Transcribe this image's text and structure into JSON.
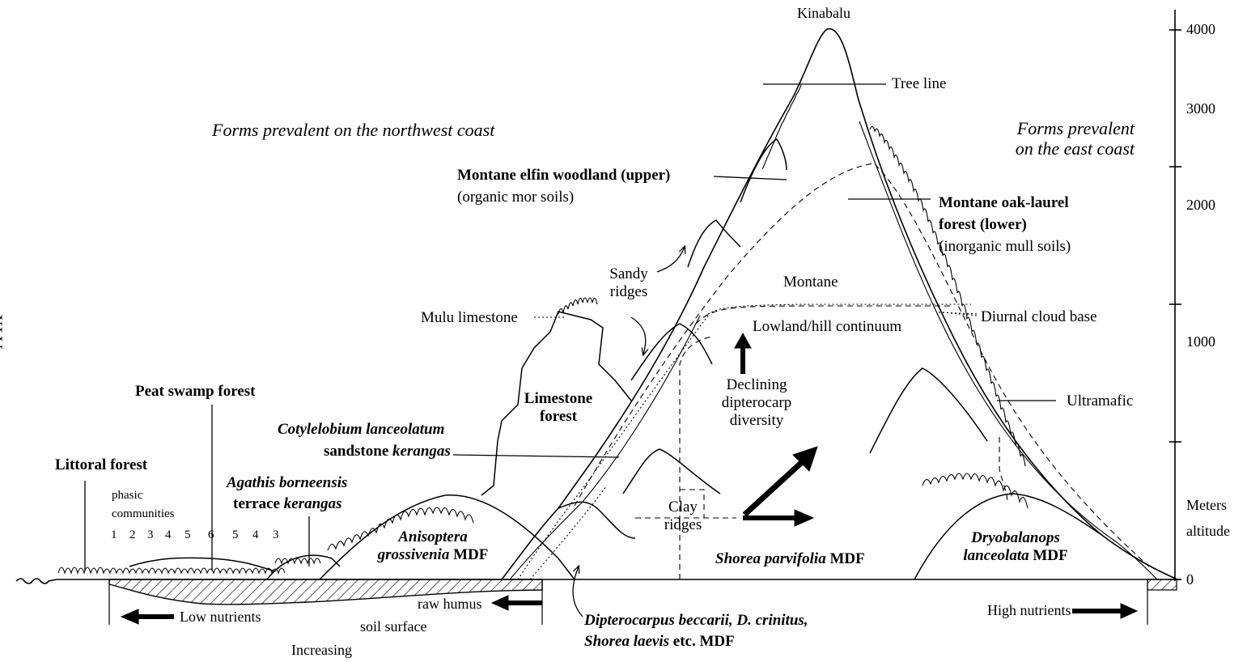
{
  "side_label": "XLV",
  "peak": "Kinabalu",
  "tree_line": "Tree line",
  "northwest_heading": "Forms prevalent on the northwest coast",
  "east_heading_1": "Forms prevalent",
  "east_heading_2": "on the east coast",
  "elfin_1": "Montane elfin woodland (upper)",
  "elfin_2": "(organic mor soils)",
  "oak_1": "Montane oak-laurel",
  "oak_2": "forest (lower)",
  "oak_3": "(inorganic mull soils)",
  "sandy_1": "Sandy",
  "sandy_2": "ridges",
  "montane": "Montane",
  "mulu": "Mulu limestone",
  "lowland_hill": "Lowland/hill continuum",
  "cloud_base": "Diurnal cloud base",
  "peat": "Peat swamp forest",
  "limestone_1": "Limestone",
  "limestone_2": "forest",
  "declining_1": "Declining",
  "declining_2": "dipterocarp",
  "declining_3": "diversity",
  "ultramafic": "Ultramafic",
  "cotyle_1": "Cotylelobium lanceolatum",
  "cotyle_2a": "sandstone ",
  "cotyle_2b": "kerangas",
  "littoral": "Littoral forest",
  "agathis_1": "Agathis borneensis",
  "agathis_2a": "terrace ",
  "agathis_2b": "kerangas",
  "phasic_1": "phasic",
  "phasic_2": "communities",
  "phasic_numbers": [
    "1",
    "2",
    "3",
    "4",
    "5",
    "6",
    "5",
    "4",
    "3"
  ],
  "clay_1": "Clay",
  "clay_2": "ridges",
  "aniso_1": "Anisoptera",
  "aniso_2a": "grossivenia",
  "aniso_2b": " MDF",
  "shorea_a": "Shorea parvifolia",
  "shorea_b": " MDF",
  "dryo_1": "Dryobalanops",
  "dryo_2a": "lanceolata",
  "dryo_2b": " MDF",
  "raw_humus": "raw humus",
  "soil_surface": "soil surface",
  "low_nutrients": "Low nutrients",
  "increasing": "Increasing",
  "high_nutrients": "High nutrients",
  "dipt_1": "Dipterocarpus beccarii, D. crinitus,",
  "dipt_2a": "Shorea laevis",
  "dipt_2b": " etc. MDF",
  "altitude_ticks": [
    "4000",
    "3000",
    "2000",
    "1000",
    "0"
  ],
  "altitude_label_1": "Meters",
  "altitude_label_2": "altitude"
}
